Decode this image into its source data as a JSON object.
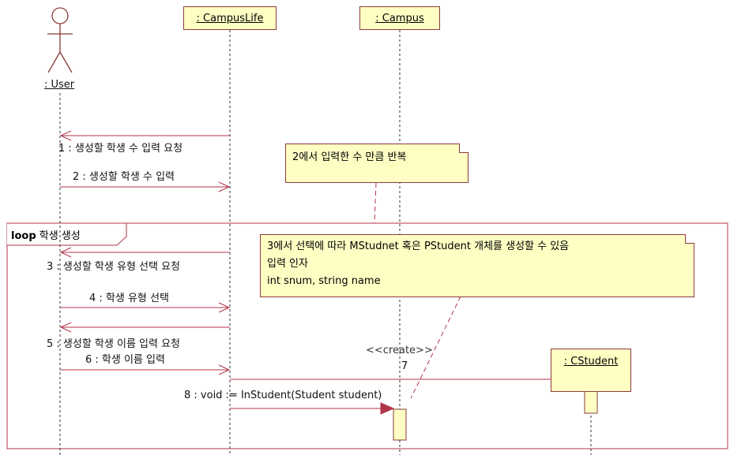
{
  "actor": {
    "name": ": User"
  },
  "lifelines": {
    "campuslife": ": CampusLife",
    "campus": ": Campus",
    "cstudent": ": CStudent"
  },
  "loop": {
    "keyword": "loop",
    "label": "학생 생성"
  },
  "notes": {
    "repeat": "2에서 입력한 수 만큼 반복",
    "select_line1": "3에서 선택에 따라 MStudnet 혹은 PStudent 개체를 생성할 수 있음",
    "select_line2": "입력 인자",
    "select_line3": "int snum, string name"
  },
  "messages": {
    "m1": "1 : 생성할 학생 수 입력 요청",
    "m2": "2 : 생성할 학생 수 입력",
    "m3": "3 : 생성할 학생 유형 선택 요청",
    "m4": "4 : 학생 유형 선택",
    "m5": "5 : 생성할 학생 이름 입력 요청",
    "m6": "6 : 학생 이름 입력",
    "m7_stereo": "<<create>>",
    "m7_num": "7",
    "m8": "8 : void := InStudent(Student student)"
  },
  "colors": {
    "arrow": "#b2354a",
    "note_fill": "#ffffc4",
    "note_border": "#8a3b3b",
    "frame": "#b2354a"
  }
}
